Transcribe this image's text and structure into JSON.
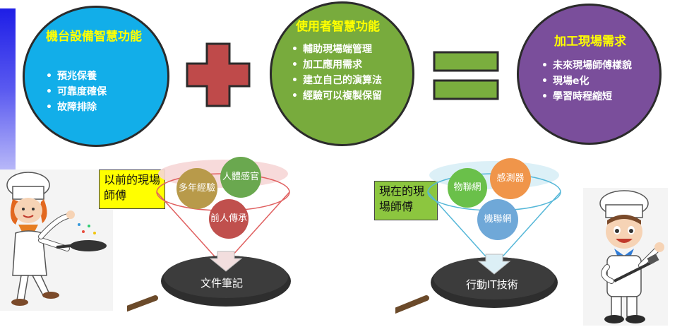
{
  "circle1": {
    "title": "機台設備智慧功能",
    "items": [
      "預兆保養",
      "可靠度確保",
      "故障排除"
    ],
    "color": "#12aee9"
  },
  "circle2": {
    "title": "使用者智慧功能",
    "items": [
      "輔助現場端管理",
      "加工應用需求",
      "建立自己的演算法",
      "經驗可以複製保留"
    ],
    "color": "#78ab3d"
  },
  "circle3": {
    "title": "加工現場需求",
    "items": [
      "未來現場師傅樣貌",
      "現場e化",
      "學習時程縮短"
    ],
    "color": "#7a4e9b"
  },
  "operators": {
    "plus": "+",
    "equals": "="
  },
  "past": {
    "label": "以前的現場師傅",
    "bubbles": [
      "多年經驗",
      "人體感官",
      "前人傳承"
    ],
    "pan_text": "文件筆記"
  },
  "present": {
    "label": "現在的現場師傅",
    "bubbles": [
      "物聯網",
      "感測器",
      "機聯網"
    ],
    "pan_text": "行動IT技術"
  },
  "colors": {
    "title_yellow": "#ffff00",
    "plus_red": "#bf4a4a",
    "equals_green": "#7aae3e",
    "label_yellow_bg": "#ffff00",
    "label_green_bg": "#8cc63f"
  }
}
